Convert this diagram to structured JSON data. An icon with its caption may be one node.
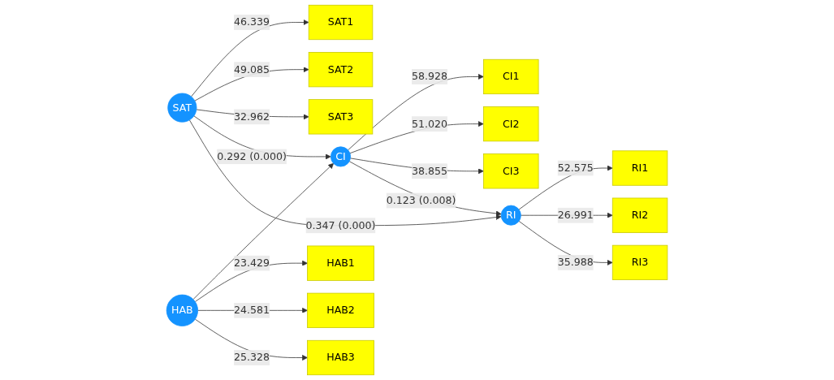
{
  "diagram": {
    "nodes": [
      {
        "text": [
          "SAT1"
        ]
      },
      {
        "text": [
          "SAT2"
        ]
      },
      {
        "text": [
          "SAT3"
        ]
      },
      {
        "text": [
          "SAT"
        ]
      },
      {
        "text": [
          "CI"
        ]
      },
      {
        "text": [
          "CI1"
        ]
      },
      {
        "text": [
          "CI2"
        ]
      },
      {
        "text": [
          "CI3"
        ]
      },
      {
        "text": [
          "HAB1"
        ]
      },
      {
        "text": [
          "HAB2"
        ]
      },
      {
        "text": [
          "HAB3"
        ]
      },
      {
        "text": [
          "HAB"
        ]
      },
      {
        "text": [
          "RI"
        ]
      },
      {
        "text": [
          "RI1"
        ]
      },
      {
        "text": [
          "RI2"
        ]
      },
      {
        "text": [
          "RI3"
        ]
      }
    ],
    "edges": [
      {
        "from": 3,
        "to": 0,
        "arrow": "to",
        "label": "46.339"
      },
      {
        "from": 3,
        "to": 1,
        "arrow": "to",
        "label": "49.085"
      },
      {
        "from": 3,
        "to": 2,
        "arrow": "to",
        "label": "32.962"
      },
      {
        "from": 3,
        "to": 4,
        "arrow": "to",
        "label": "0.292 (0.000)"
      },
      {
        "from": 4,
        "to": 5,
        "arrow": "to",
        "label": "58.928"
      },
      {
        "from": 4,
        "to": 6,
        "arrow": "to",
        "label": "51.020"
      },
      {
        "from": 4,
        "to": 7,
        "arrow": "to",
        "label": "38.855"
      },
      {
        "from": 3,
        "to": 12,
        "arrow": "to",
        "label": "0.347 (0.000)"
      },
      {
        "from": 11,
        "to": 4,
        "arrow": "to"
      },
      {
        "from": 4,
        "to": 12,
        "arrow": "to",
        "label": "0.123 (0.008)"
      },
      {
        "from": 11,
        "to": 8,
        "arrow": "to",
        "label": "23.429"
      },
      {
        "from": 11,
        "to": 9,
        "arrow": "to",
        "label": "24.581"
      },
      {
        "from": 11,
        "to": 10,
        "arrow": "to",
        "label": "25.328"
      },
      {
        "from": 12,
        "to": 13,
        "arrow": "to",
        "label": "52.575"
      },
      {
        "from": 12,
        "to": 14,
        "arrow": "to",
        "label": "26.991"
      },
      {
        "from": 12,
        "to": 15,
        "arrow": "to",
        "label": "35.988"
      }
    ]
  }
}
